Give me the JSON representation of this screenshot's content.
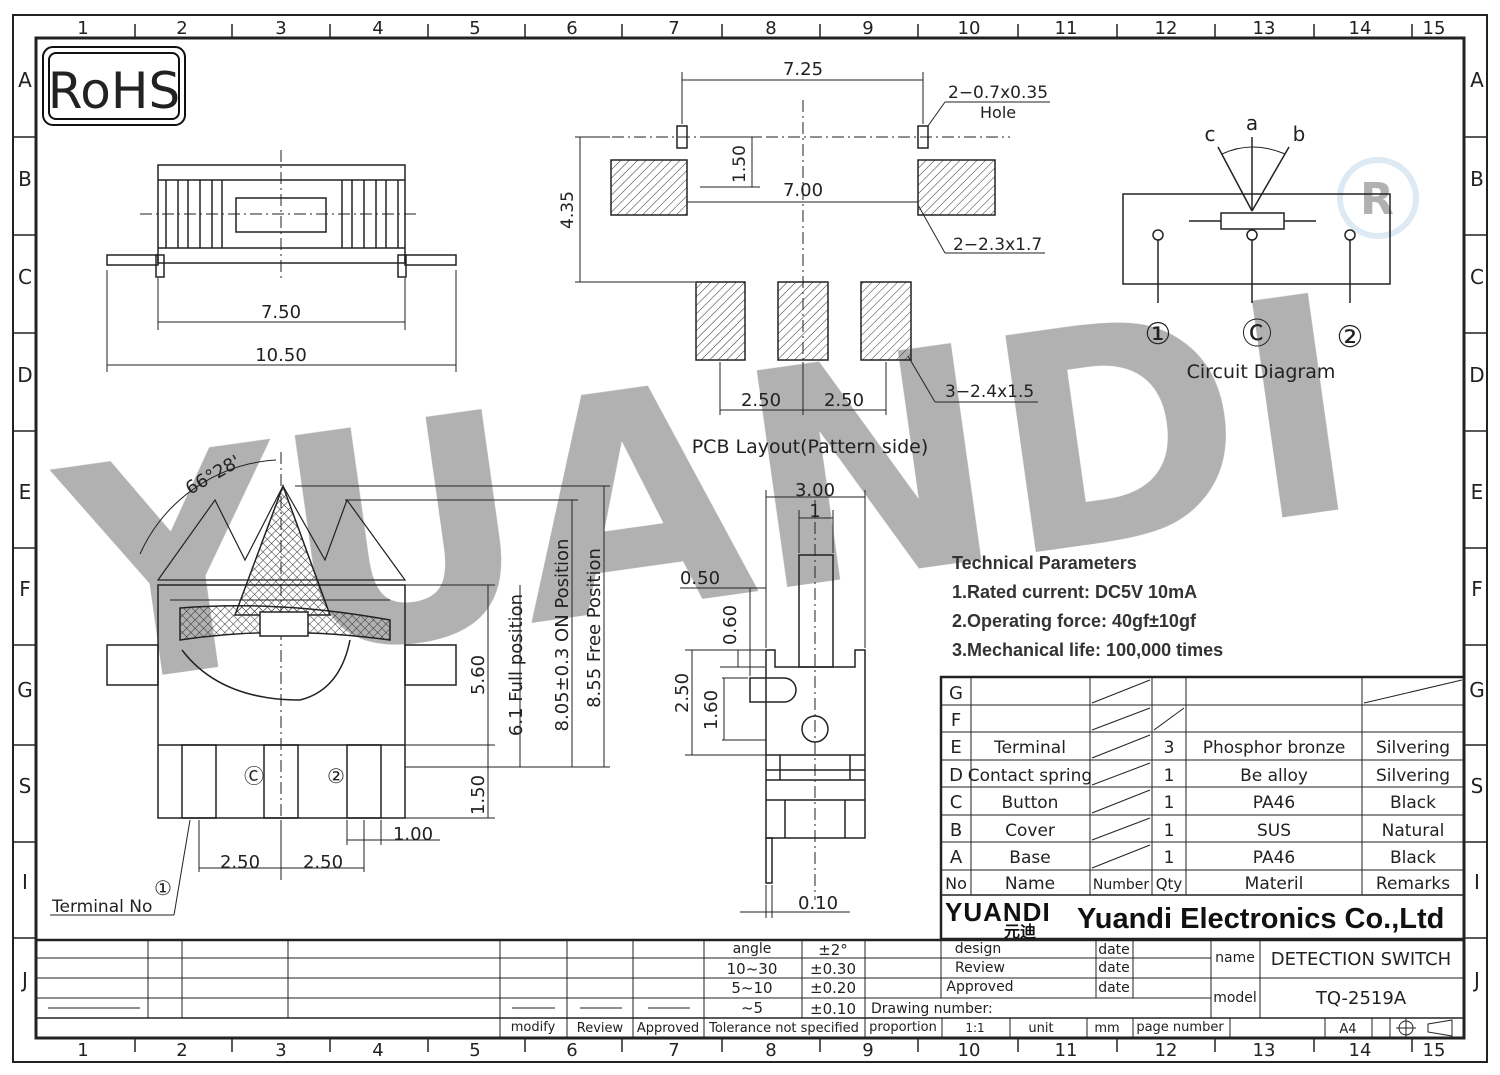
{
  "rohs": "RoHS",
  "grid": {
    "cols": [
      "1",
      "2",
      "3",
      "4",
      "5",
      "6",
      "7",
      "8",
      "9",
      "10",
      "11",
      "12",
      "13",
      "14",
      "15"
    ],
    "rows": [
      "A",
      "B",
      "C",
      "D",
      "E",
      "F",
      "G",
      "S",
      "I",
      "J"
    ]
  },
  "top_view": {
    "dim_inner": "7.50",
    "dim_outer": "10.50"
  },
  "pcb": {
    "dim_holes": "7.25",
    "hole_label": "2−0.7x0.35",
    "hole_sub": "Hole",
    "dim_150": "1.50",
    "dim_700": "7.00",
    "dim_435": "4.35",
    "pad_big": "2−2.3x1.7",
    "pad_small": "3−2.4x1.5",
    "pitch_a": "2.50",
    "pitch_b": "2.50",
    "caption": "PCB  Layout(Pattern  side)"
  },
  "circuit": {
    "a": "a",
    "b": "b",
    "c": "c",
    "p1": "①",
    "pc": "Ⓒ",
    "p2": "②",
    "caption": "Circuit  Diagram"
  },
  "side_view": {
    "angle": "66°28'",
    "full_position": "6.1  Full  position",
    "on_position": "8.05±0.3  ON  Position",
    "free_position": "8.55  Free  Position",
    "dim_560": "5.60",
    "dim_150": "1.50",
    "dim_100": "1.00",
    "pitch_a": "2.50",
    "pitch_b": "2.50",
    "pin_c": "Ⓒ",
    "pin_2": "②",
    "pin_1": "①",
    "terminal_no": "Terminal  No"
  },
  "front_view": {
    "dim_300": "3.00",
    "dim_1": "1",
    "dim_050": "0.50",
    "dim_060": "0.60",
    "dim_250": "2.50",
    "dim_160": "1.60",
    "dim_010": "0.10"
  },
  "tech": {
    "title": "Technical Parameters",
    "items": [
      "1.Rated current: DC5V 10mA",
      "2.Operating force: 40gf±10gf",
      "3.Mechanical life: 100,000 times"
    ]
  },
  "bom": {
    "rows": [
      {
        "id": "G",
        "name": "",
        "qty": "",
        "mat": "",
        "rem": ""
      },
      {
        "id": "F",
        "name": "",
        "qty": "",
        "mat": "",
        "rem": ""
      },
      {
        "id": "E",
        "name": "Terminal",
        "qty": "3",
        "mat": "Phosphor bronze",
        "rem": "Silvering"
      },
      {
        "id": "D",
        "name": "Contact spring",
        "qty": "1",
        "mat": "Be alloy",
        "rem": "Silvering"
      },
      {
        "id": "C",
        "name": "Button",
        "qty": "1",
        "mat": "PA46",
        "rem": "Black"
      },
      {
        "id": "B",
        "name": "Cover",
        "qty": "1",
        "mat": "SUS",
        "rem": "Natural"
      },
      {
        "id": "A",
        "name": "Base",
        "qty": "1",
        "mat": "PA46",
        "rem": "Black"
      }
    ],
    "header": {
      "no": "No",
      "name": "Name",
      "number": "Number",
      "qty": "Qty",
      "mat": "Materil",
      "rem": "Remarks"
    }
  },
  "company": {
    "logo": "YUANDI",
    "logo_cn": "元迪",
    "name": "Yuandi Electronics Co.,Ltd"
  },
  "title_block": {
    "angle_label": "angle",
    "angle_tol": "±2°",
    "r1": "10~30",
    "t1": "±0.30",
    "r2": "5~10",
    "t2": "±0.20",
    "r3": "~5",
    "t3": "±0.10",
    "modify": "modify",
    "review": "Review",
    "approved": "Approved",
    "tol_note": "Tolerance not specified",
    "proportion": "proportion",
    "scale": "1:1",
    "unit": "unit",
    "mm": "mm",
    "page_number": "page number",
    "paper": "A4",
    "drawing_number": "Drawing number:",
    "design": "design",
    "review2": "Review",
    "approved2": "Approved",
    "date": "date",
    "name_label": "name",
    "name_value": "DETECTION SWITCH",
    "model_label": "model",
    "model_value": "TQ-2519A"
  },
  "colors": {
    "watermark": "#9fbfdc",
    "watermark_green": "#b8d8a8",
    "line": "#222222"
  }
}
